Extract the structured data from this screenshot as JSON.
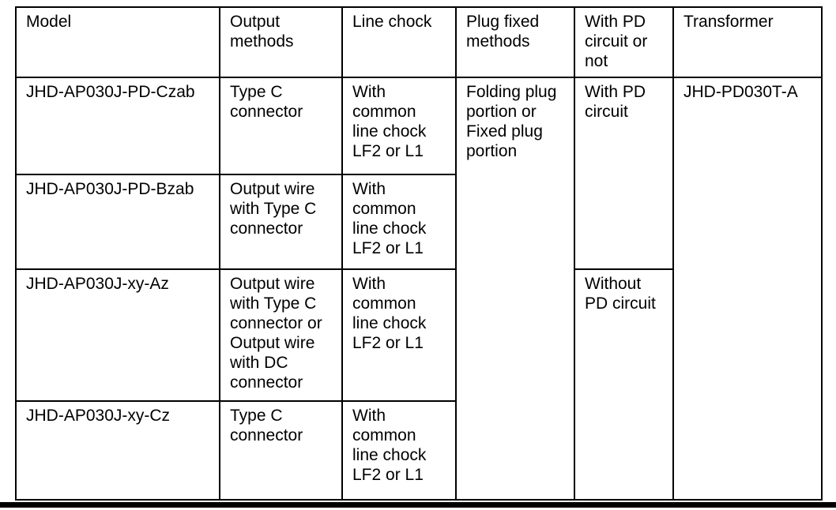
{
  "table": {
    "headers": [
      "Model",
      "Output\nmethods",
      "Line chock",
      "Plug fixed\nmethods",
      "With PD\ncircuit or\nnot",
      "Transformer"
    ],
    "rows": [
      {
        "model": "JHD-AP030J-PD-Czab",
        "output": "Type C\nconnector",
        "chock": "With\ncommon\nline chock\nLF2 or L1"
      },
      {
        "model": "JHD-AP030J-PD-Bzab",
        "output": "Output wire\nwith Type C\nconnector",
        "chock": "With\ncommon\nline chock\nLF2 or L1"
      },
      {
        "model": "JHD-AP030J-xy-Az",
        "output": "Output wire\nwith Type C\nconnector or\nOutput wire\nwith DC\nconnector",
        "chock": "With\ncommon\nline chock\nLF2 or L1"
      },
      {
        "model": "JHD-AP030J-xy-Cz",
        "output": "Type C\nconnector",
        "chock": "With\ncommon\nline chock\nLF2 or L1"
      }
    ],
    "plug_fixed_methods": "Folding plug\nportion or\nFixed plug\nportion",
    "pd_groups": [
      {
        "label": "With PD\ncircuit"
      },
      {
        "label": "Without\nPD circuit"
      }
    ],
    "transformer": "JHD-PD030T-A",
    "border_color": "#000000"
  }
}
